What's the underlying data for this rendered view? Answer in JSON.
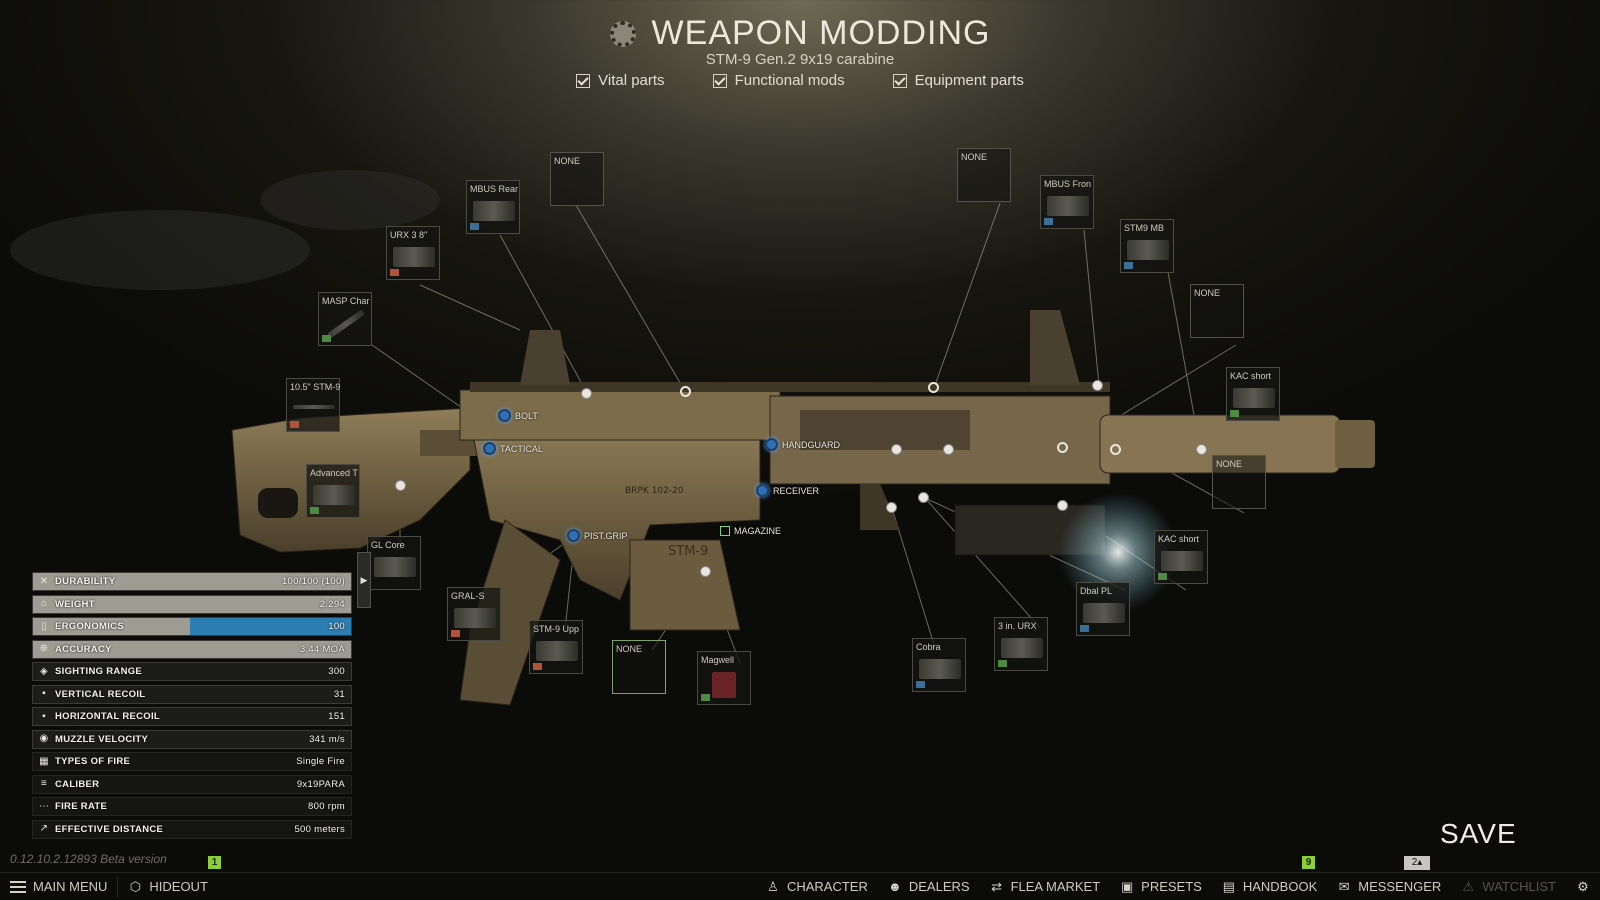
{
  "header": {
    "title": "WEAPON MODDING",
    "subtitle": "STM-9 Gen.2 9x19 carabine",
    "filters": [
      {
        "label": "Vital parts",
        "checked": true
      },
      {
        "label": "Functional mods",
        "checked": true
      },
      {
        "label": "Equipment parts",
        "checked": true
      }
    ]
  },
  "slots": {
    "mbus_rear": "MBUS Rear",
    "none_top_left": "NONE",
    "urx3": "URX 3 8\"",
    "masp": "MASP Char",
    "barrel": "10.5\" STM-9",
    "stock": "Advanced T",
    "gl_core": "GL Core",
    "gral_s": "GRAL-S",
    "stm9_upper": "STM-9 Upp",
    "none_mag": "NONE",
    "magwell": "Magwell",
    "cobra": "Cobra",
    "urx_3in": "3 in. URX",
    "dbal": "Dbal PL",
    "kac_short_low": "KAC short",
    "none_right_low": "NONE",
    "kac_short_high": "KAC short",
    "none_right_top": "NONE",
    "stm9_mb": "STM9 MB",
    "mbus_front": "MBUS Fron",
    "none_top_right": "NONE"
  },
  "parts": {
    "bolt": "BOLT",
    "tactical": "TACTICAL",
    "handguard": "HANDGUARD",
    "receiver": "RECEIVER",
    "pistol_grip": "PIST.GRIP",
    "magazine": "MAGAZINE"
  },
  "stats": [
    {
      "label": "DURABILITY",
      "value": "100/100 (100)",
      "fill": 1.0,
      "icon": "wrench-icon"
    },
    {
      "label": "WEIGHT",
      "value": "2.294",
      "fill": 1.0,
      "icon": "weight-icon"
    },
    {
      "label": "ERGONOMICS",
      "value": "100",
      "fill": 1.0,
      "split": 0.495,
      "icon": "hand-icon"
    },
    {
      "label": "ACCURACY",
      "value": "3.44 MOA",
      "fill": 1.0,
      "icon": "crosshair-icon"
    },
    {
      "label": "SIGHTING RANGE",
      "value": "300",
      "fill": 0.0,
      "icon": "eye-icon"
    },
    {
      "label": "VERTICAL RECOIL",
      "value": "31",
      "fill": 0.0,
      "icon": "recoil-icon"
    },
    {
      "label": "HORIZONTAL RECOIL",
      "value": "151",
      "fill": 0.0,
      "icon": "recoil-icon"
    },
    {
      "label": "MUZZLE VELOCITY",
      "value": "341 m/s",
      "fill": 0.0,
      "icon": "velocity-icon"
    },
    {
      "label": "TYPES OF FIRE",
      "value": "Single Fire",
      "icon": "fire-mode-icon"
    },
    {
      "label": "CALIBER",
      "value": "9x19PARA",
      "icon": "caliber-icon"
    },
    {
      "label": "FIRE RATE",
      "value": "800 rpm",
      "icon": "fire-rate-icon"
    },
    {
      "label": "EFFECTIVE DISTANCE",
      "value": "500 meters",
      "icon": "distance-icon"
    }
  ],
  "footer": {
    "version": "0.12.10.2.12893 Beta version",
    "left_badge": "1",
    "right_badge": "9",
    "messenger_badge": "2",
    "save_label": "SAVE"
  },
  "taskbar": {
    "main_menu": "MAIN MENU",
    "hideout": "HIDEOUT",
    "character": "CHARACTER",
    "dealers": "DEALERS",
    "flea_market": "FLEA MARKET",
    "presets": "PRESETS",
    "handbook": "HANDBOOK",
    "messenger": "MESSENGER",
    "watchlist": "WATCHLIST"
  },
  "colors": {
    "accent_blue": "#2c7eb2",
    "badge_green": "#8ccf3a"
  }
}
